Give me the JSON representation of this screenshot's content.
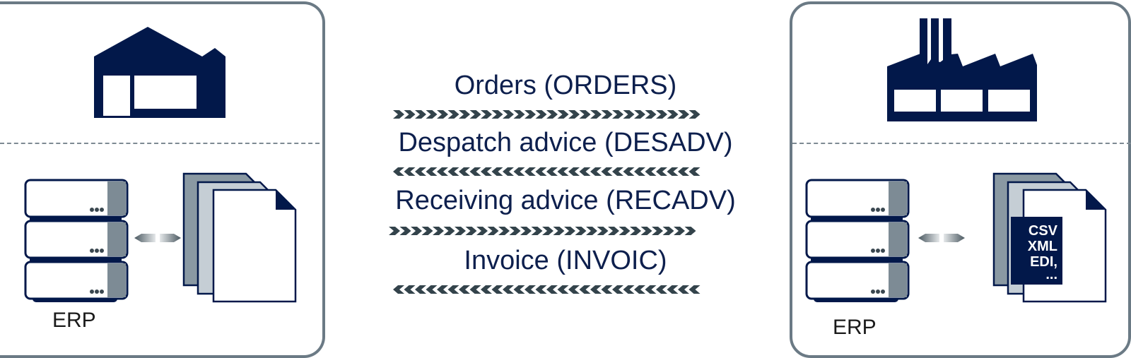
{
  "colors": {
    "navy": "#02184a",
    "border": "#6b7a85",
    "arrow": "#33434b",
    "gray_dark": "#8a99a3",
    "gray_light": "#c5ced5"
  },
  "left_party": {
    "icon": "warehouse-icon",
    "system_label": "ERP"
  },
  "right_party": {
    "icon": "factory-icon",
    "system_label": "ERP",
    "formats": [
      "CSV",
      "XML",
      "EDI,",
      "..."
    ]
  },
  "messages": [
    {
      "label": "Orders (ORDERS)",
      "direction": "right"
    },
    {
      "label": "Despatch advice (DESADV)",
      "direction": "left"
    },
    {
      "label": "Receiving advice (RECADV)",
      "direction": "right"
    },
    {
      "label": "Invoice (INVOIC)",
      "direction": "left"
    }
  ]
}
